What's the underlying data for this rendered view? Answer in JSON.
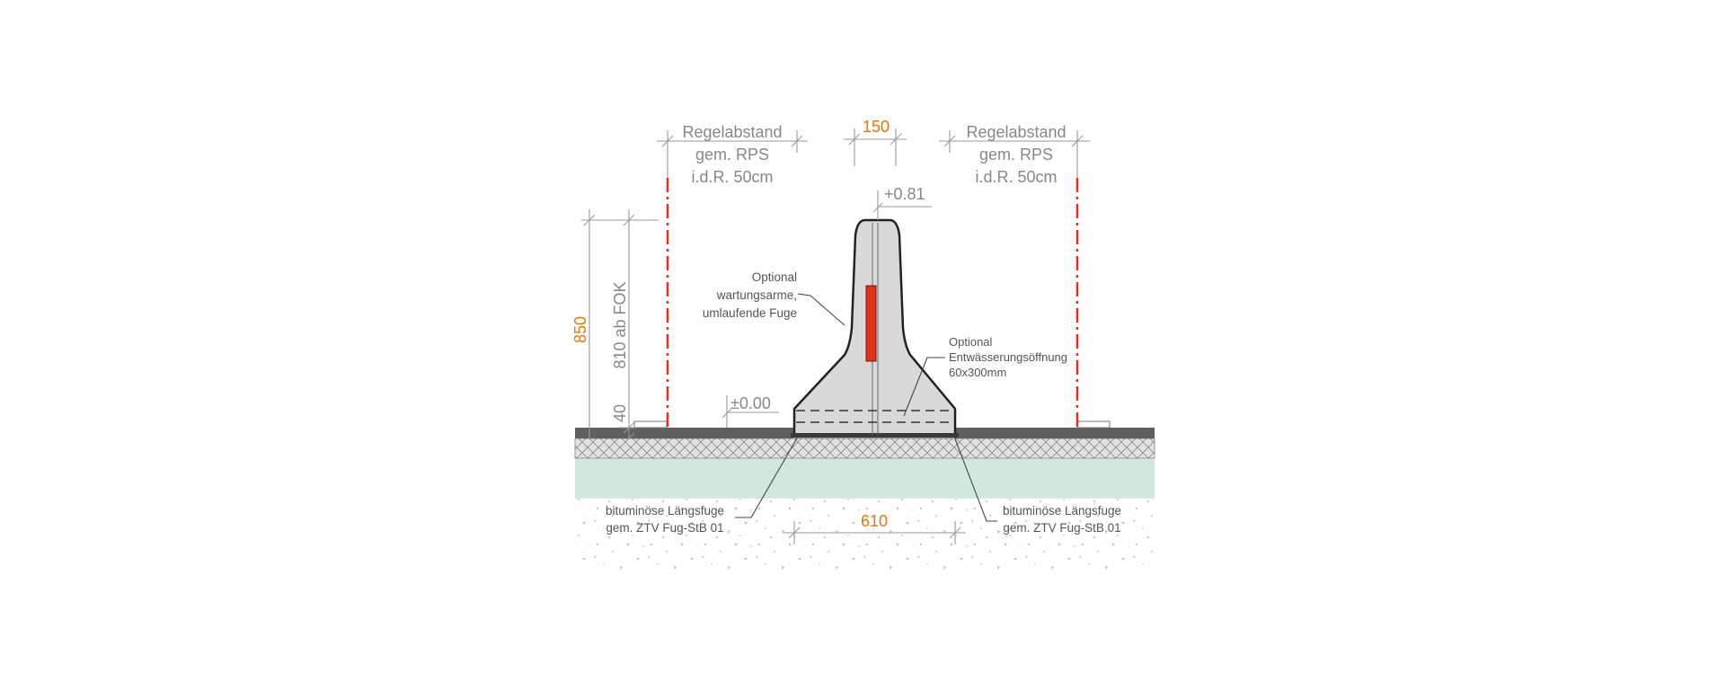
{
  "labels": {
    "regelabstand_left": [
      "Regelabstand",
      "gem. RPS",
      "i.d.R. 50cm"
    ],
    "regelabstand_right": [
      "Regelabstand",
      "gem. RPS",
      "i.d.R. 50cm"
    ],
    "top_width": "150",
    "height_top": "+0.81",
    "height_zero": "±0.00",
    "total_height": "850",
    "height_fok": "810 ab FOK",
    "height_base": "40",
    "fuge_note": [
      "Optional",
      "wartungsarme,",
      "umlaufende Fuge"
    ],
    "drain_note": [
      "Optional",
      "Entwässerungsöffnung",
      "60x300mm"
    ],
    "bitumen_left": [
      "bituminöse Längsfuge",
      "gem. ZTV Fug-StB 01"
    ],
    "bitumen_right": [
      "bituminöse Längsfuge",
      "gem. ZTV Fug-StB 01"
    ],
    "base_width": "610"
  },
  "colors": {
    "accent_orange": "#e8760a",
    "safety_red": "#e0301e",
    "concrete": "#d9d9d9",
    "subbase_green": "#d3e8dc",
    "asphalt": "#5a5a5a",
    "dimension_line": "#9a9a9a"
  }
}
